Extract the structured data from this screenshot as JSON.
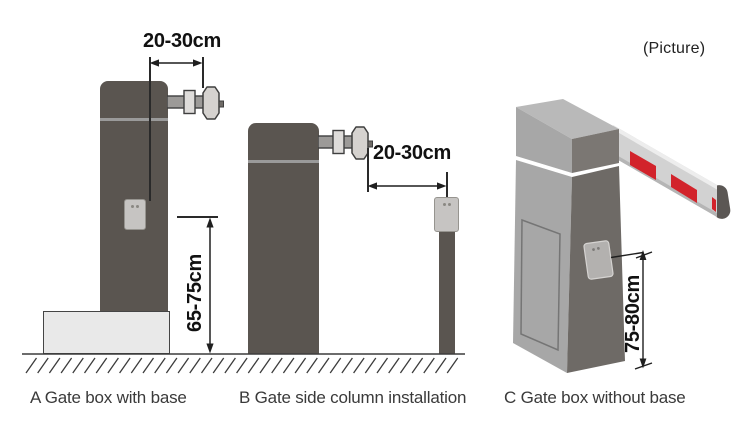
{
  "title_note": "(Picture)",
  "figure_a": {
    "caption": "A Gate box with base",
    "dim_horizontal": "20-30cm",
    "dim_vertical": "65-75cm"
  },
  "figure_b": {
    "caption": "B Gate side column installation",
    "dim_horizontal": "20-30cm"
  },
  "figure_c": {
    "caption": "C Gate box without base",
    "dim_vertical": "75-80cm"
  },
  "colors": {
    "cabinet_dark": "#5a5550",
    "cabinet_band": "#9a9a9a",
    "base_light": "#e9e9e9",
    "keypad_gray": "#c6c4c2",
    "arm_red": "#d2232b",
    "dimension_ink": "#1f1f1f",
    "caption_ink": "#3a3a3a"
  }
}
